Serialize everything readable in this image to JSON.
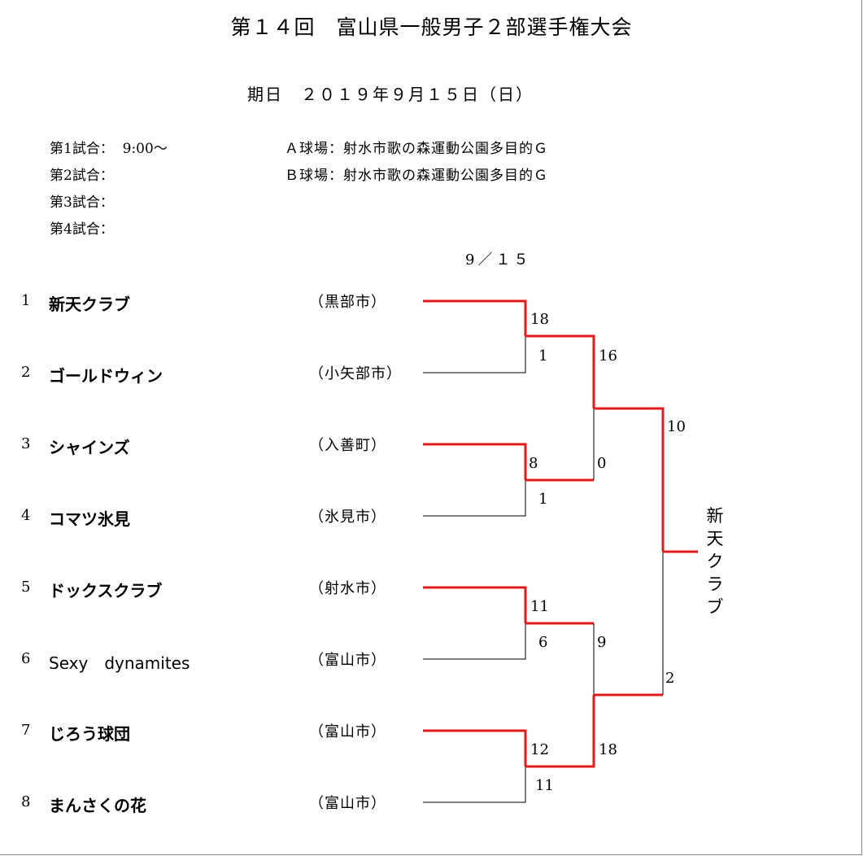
{
  "title": "第１４回　富山県一般男子２部選手権大会",
  "date": "期日　２０１９年９月１５日（日）",
  "schedule": [
    {
      "label": "第1試合：",
      "time": "9:00～"
    },
    {
      "label": "第2試合：",
      "time": ""
    },
    {
      "label": "第3試合：",
      "time": ""
    },
    {
      "label": "第4試合：",
      "time": ""
    }
  ],
  "venues": [
    "Ａ球場：射水市歌の森運動公園多目的Ｇ",
    "Ｂ球場：射水市歌の森運動公園多目的Ｇ"
  ],
  "round_date": "9/15",
  "teams": [
    {
      "seed": "1",
      "name": "新天クラブ",
      "city": "（黒部市）"
    },
    {
      "seed": "2",
      "name": "ゴールドウィン",
      "city": "（小矢部市）"
    },
    {
      "seed": "3",
      "name": "シャインズ",
      "city": "（入善町）"
    },
    {
      "seed": "4",
      "name": "コマツ氷見",
      "city": "（氷見市）"
    },
    {
      "seed": "5",
      "name": "ドックスクラブ",
      "city": "（射水市）"
    },
    {
      "seed": "6",
      "name": "Sexy　dynamites",
      "city": "（富山市）"
    },
    {
      "seed": "7",
      "name": "じろう球団",
      "city": "（富山市）"
    },
    {
      "seed": "8",
      "name": "まんさくの花",
      "city": "（富山市）"
    }
  ],
  "scores": {
    "r1": [
      "18",
      "1",
      "8",
      "1",
      "11",
      "6",
      "12",
      "11"
    ],
    "r2": [
      "16",
      "0",
      "9",
      "18"
    ],
    "final": [
      "10",
      "2"
    ]
  },
  "champion": "新天クラブ",
  "colors": {
    "winner": "#e31b1b",
    "loser": "#000000"
  }
}
